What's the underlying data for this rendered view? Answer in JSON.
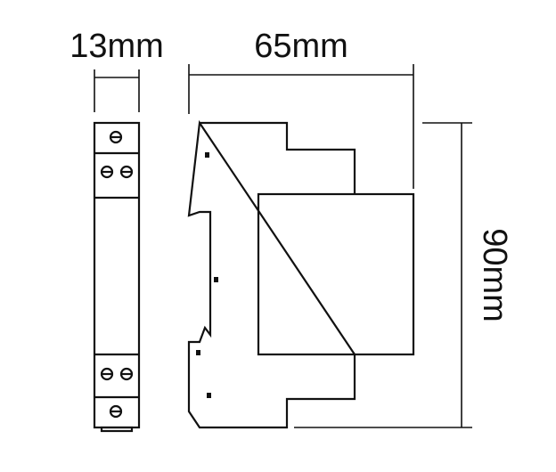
{
  "dimensions": {
    "width_label": "13mm",
    "depth_label": "65mm",
    "height_label": "90mm"
  }
}
